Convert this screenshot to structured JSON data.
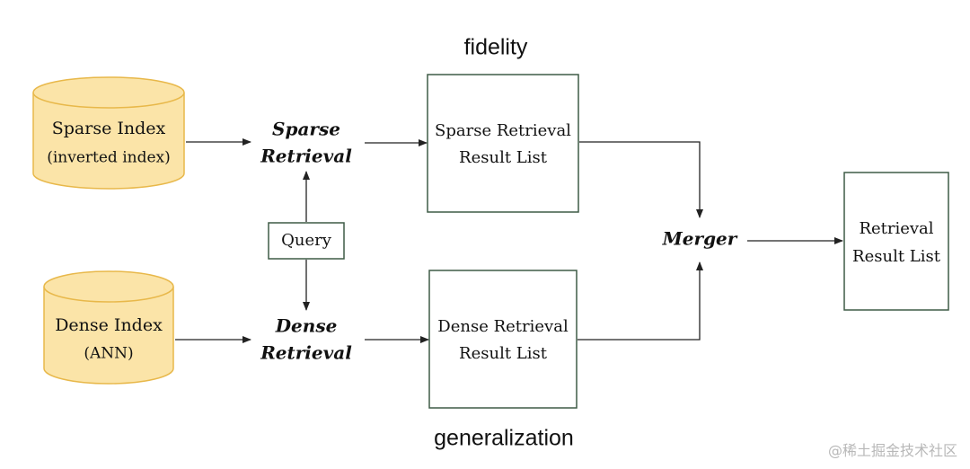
{
  "labels": {
    "fidelity": "fidelity",
    "generalization": "generalization"
  },
  "sparse_index": {
    "line1": "Sparse Index",
    "line2": "(inverted index)"
  },
  "dense_index": {
    "line1": "Dense Index",
    "line2": "(ANN)"
  },
  "sparse_retrieval": {
    "line1": "Sparse",
    "line2": "Retrieval"
  },
  "dense_retrieval": {
    "line1": "Dense",
    "line2": "Retrieval"
  },
  "query": "Query",
  "sparse_result": {
    "line1": "Sparse Retrieval",
    "line2": "Result List"
  },
  "dense_result": {
    "line1": "Dense Retrieval",
    "line2": "Result List"
  },
  "merger": "Merger",
  "final_result": {
    "line1": "Retrieval",
    "line2": "Result List"
  },
  "watermark": "@稀土掘金技术社区",
  "colors": {
    "cylinder_fill": "#fbe4a8",
    "cylinder_stroke": "#e8b84a",
    "box_stroke": "#3e5b46",
    "arrow": "#222222"
  }
}
